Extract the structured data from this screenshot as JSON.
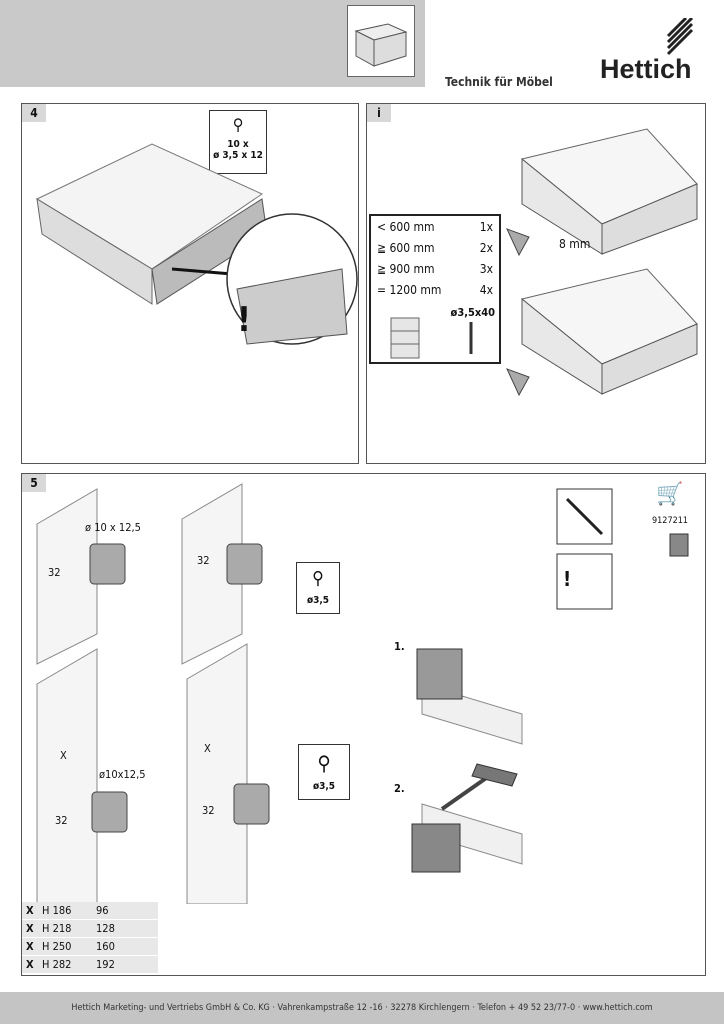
{
  "header": {
    "tagline": "Technik für Möbel",
    "brand": "Hettich"
  },
  "step4": {
    "number": "4",
    "screw_badge": {
      "count": "10 x",
      "size": "ø 3,5 x 12"
    },
    "warning": "!"
  },
  "info": {
    "number": "i",
    "quantities": [
      {
        "length": "< 600 mm",
        "qty": "1x"
      },
      {
        "length": "≧ 600 mm",
        "qty": "2x"
      },
      {
        "length": "≧ 900 mm",
        "qty": "3x"
      },
      {
        "length": "= 1200 mm",
        "qty": "4x"
      }
    ],
    "screw": "ø3,5x40",
    "offset": "8 mm"
  },
  "step5": {
    "number": "5",
    "bore_a": "ø 10 x 12,5",
    "bore_b": "ø10x12,5",
    "dim_32": "32",
    "dim_x": "X",
    "screw": "ø3,5",
    "article_number": "9127211",
    "warning": "!",
    "sub_steps": [
      "1.",
      "2."
    ],
    "x_table": [
      {
        "x": "X",
        "height": "H 186",
        "value": "96"
      },
      {
        "x": "X",
        "height": "H 218",
        "value": "128"
      },
      {
        "x": "X",
        "height": "H 250",
        "value": "160"
      },
      {
        "x": "X",
        "height": "H 282",
        "value": "192"
      }
    ]
  },
  "footer": {
    "text": "Hettich Marketing- und Vertriebs GmbH & Co. KG · Vahrenkampstraße 12 -16 · 32278 Kirchlengern · Telefon + 49 52 23/77-0 · www.hettich.com"
  }
}
